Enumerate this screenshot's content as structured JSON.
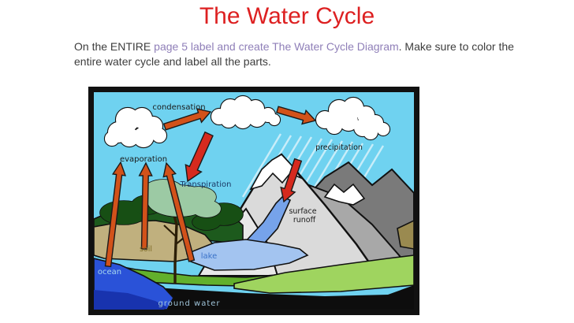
{
  "slide": {
    "title": "The Water Cycle",
    "instruction": {
      "prefix": "On the ENTIRE ",
      "highlight": "page 5 label and create The Water Cycle Diagram",
      "suffix": ". Make sure to color the entire water cycle and label all the parts."
    }
  },
  "diagram": {
    "labels": {
      "condensation": "condensation",
      "evaporation": "evaporation",
      "transpiration": "Transpiration",
      "precipitation": "precipitation",
      "surface_runoff_line1": "surface",
      "surface_runoff_line2": "runoff",
      "soil": "soil",
      "lake": "lake",
      "ocean": "ocean",
      "ground_water": "ground water"
    },
    "colors": {
      "title_red": "#dd2021",
      "link_purple": "#8f7fb8",
      "sky": "#6fd2f0",
      "arrow_orange": "#d2521a",
      "arrow_red": "#d62a1e",
      "mountain_light": "#dadada",
      "mountain_medium": "#a8a8a8",
      "mountain_dark": "#7a7a7a",
      "snow_white": "#ffffff",
      "grass_green": "#62b02c",
      "grass_bright": "#9fd45f",
      "hill_dark_green": "#1d5a1d",
      "soil_tan": "#c0b07e",
      "lake_blue": "#a3c4f0",
      "stream_blue": "#76a3ea",
      "ocean_blue": "#2a52d8",
      "ocean_deep": "#1833ae",
      "ground_black": "#0d0d0d",
      "frame_black": "#111111"
    }
  }
}
